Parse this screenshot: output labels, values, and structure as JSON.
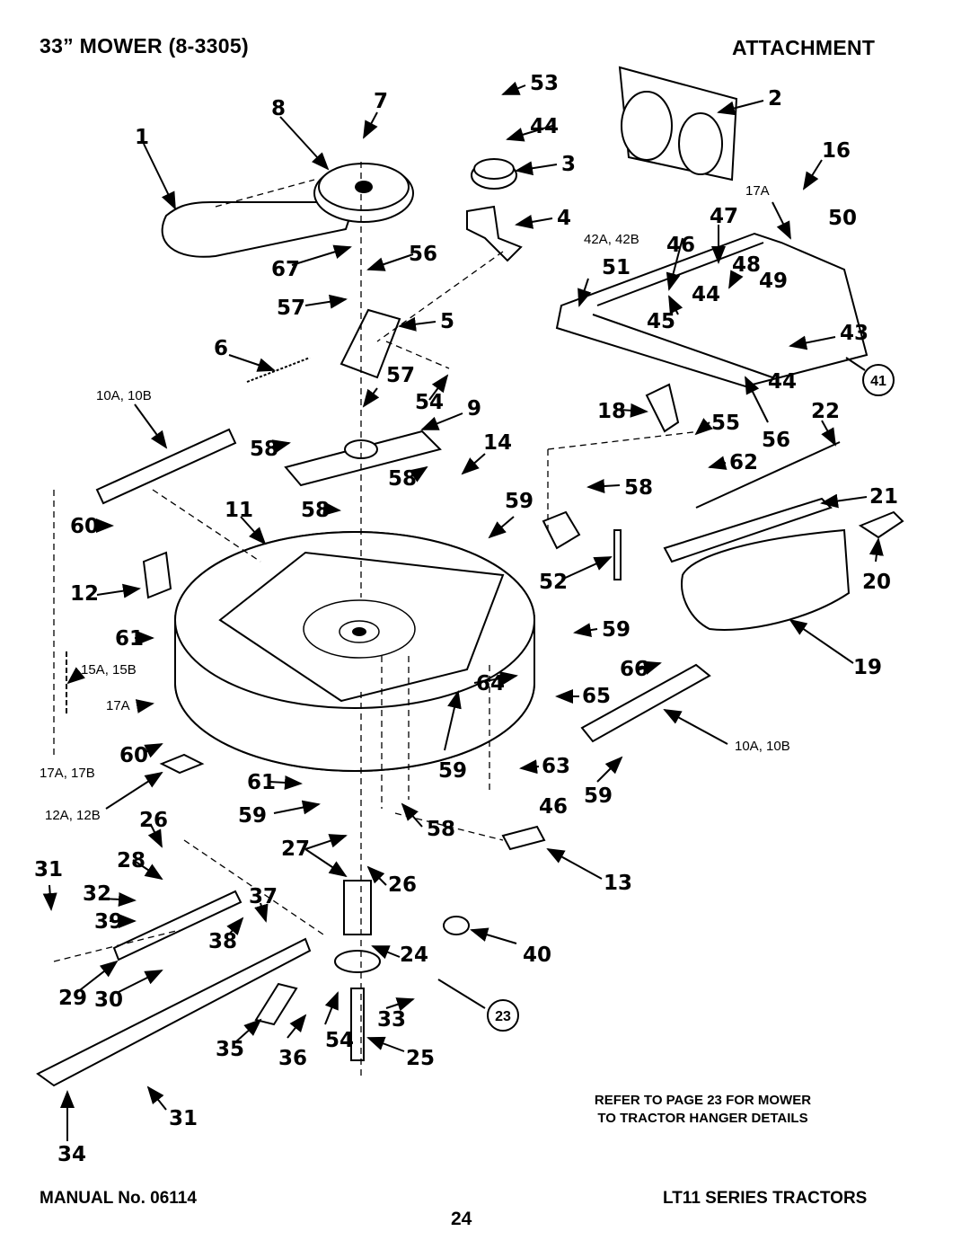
{
  "header": {
    "title": "33” MOWER (8-3305)",
    "section": "ATTACHMENT"
  },
  "note": {
    "line1": "REFER TO PAGE 23 FOR MOWER",
    "line2": "TO TRACTOR HANGER DETAILS"
  },
  "footer": {
    "manual": "MANUAL No. 06114",
    "page": "24",
    "series": "LT11 SERIES TRACTORS"
  },
  "callouts": [
    {
      "id": "c1",
      "text": "1"
    },
    {
      "id": "c2",
      "text": "2"
    },
    {
      "id": "c3",
      "text": "3"
    },
    {
      "id": "c4",
      "text": "4"
    },
    {
      "id": "c5",
      "text": "5"
    },
    {
      "id": "c6",
      "text": "6"
    },
    {
      "id": "c7",
      "text": "7"
    },
    {
      "id": "c8",
      "text": "8"
    },
    {
      "id": "c9",
      "text": "9"
    },
    {
      "id": "c10a",
      "text": "10A, 10B"
    },
    {
      "id": "c10b",
      "text": "10A, 10B"
    },
    {
      "id": "c11",
      "text": "11"
    },
    {
      "id": "c12",
      "text": "12"
    },
    {
      "id": "c12a",
      "text": "12A, 12B"
    },
    {
      "id": "c13",
      "text": "13"
    },
    {
      "id": "c14",
      "text": "14"
    },
    {
      "id": "c15",
      "text": "15A, 15B"
    },
    {
      "id": "c16",
      "text": "16"
    },
    {
      "id": "c17a1",
      "text": "17A"
    },
    {
      "id": "c17a2",
      "text": "17A"
    },
    {
      "id": "c17b",
      "text": "17A, 17B"
    },
    {
      "id": "c18",
      "text": "18"
    },
    {
      "id": "c19",
      "text": "19"
    },
    {
      "id": "c20",
      "text": "20"
    },
    {
      "id": "c21",
      "text": "21"
    },
    {
      "id": "c22",
      "text": "22"
    },
    {
      "id": "c24",
      "text": "24"
    },
    {
      "id": "c25",
      "text": "25"
    },
    {
      "id": "c26a",
      "text": "26"
    },
    {
      "id": "c26b",
      "text": "26"
    },
    {
      "id": "c27",
      "text": "27"
    },
    {
      "id": "c28",
      "text": "28"
    },
    {
      "id": "c29",
      "text": "29"
    },
    {
      "id": "c30",
      "text": "30"
    },
    {
      "id": "c31a",
      "text": "31"
    },
    {
      "id": "c31b",
      "text": "31"
    },
    {
      "id": "c32",
      "text": "32"
    },
    {
      "id": "c33",
      "text": "33"
    },
    {
      "id": "c34",
      "text": "34"
    },
    {
      "id": "c35",
      "text": "35"
    },
    {
      "id": "c36",
      "text": "36"
    },
    {
      "id": "c37",
      "text": "37"
    },
    {
      "id": "c38",
      "text": "38"
    },
    {
      "id": "c39",
      "text": "39"
    },
    {
      "id": "c40",
      "text": "40"
    },
    {
      "id": "c42",
      "text": "42A, 42B"
    },
    {
      "id": "c43",
      "text": "43"
    },
    {
      "id": "c44a",
      "text": "44"
    },
    {
      "id": "c44b",
      "text": "44"
    },
    {
      "id": "c44c",
      "text": "44"
    },
    {
      "id": "c45",
      "text": "45"
    },
    {
      "id": "c46a",
      "text": "46"
    },
    {
      "id": "c46b",
      "text": "46"
    },
    {
      "id": "c47",
      "text": "47"
    },
    {
      "id": "c48",
      "text": "48"
    },
    {
      "id": "c49",
      "text": "49"
    },
    {
      "id": "c50",
      "text": "50"
    },
    {
      "id": "c51",
      "text": "51"
    },
    {
      "id": "c52",
      "text": "52"
    },
    {
      "id": "c53",
      "text": "53"
    },
    {
      "id": "c54a",
      "text": "54"
    },
    {
      "id": "c54b",
      "text": "54"
    },
    {
      "id": "c55",
      "text": "55"
    },
    {
      "id": "c56a",
      "text": "56"
    },
    {
      "id": "c56b",
      "text": "56"
    },
    {
      "id": "c57a",
      "text": "57"
    },
    {
      "id": "c57b",
      "text": "57"
    },
    {
      "id": "c58a",
      "text": "58"
    },
    {
      "id": "c58b",
      "text": "58"
    },
    {
      "id": "c58c",
      "text": "58"
    },
    {
      "id": "c58d",
      "text": "58"
    },
    {
      "id": "c58e",
      "text": "58"
    },
    {
      "id": "c59a",
      "text": "59"
    },
    {
      "id": "c59b",
      "text": "59"
    },
    {
      "id": "c59c",
      "text": "59"
    },
    {
      "id": "c59d",
      "text": "59"
    },
    {
      "id": "c59e",
      "text": "59"
    },
    {
      "id": "c60a",
      "text": "60"
    },
    {
      "id": "c60b",
      "text": "60"
    },
    {
      "id": "c61a",
      "text": "61"
    },
    {
      "id": "c61b",
      "text": "61"
    },
    {
      "id": "c62",
      "text": "62"
    },
    {
      "id": "c63",
      "text": "63"
    },
    {
      "id": "c64",
      "text": "64"
    },
    {
      "id": "c65",
      "text": "65"
    },
    {
      "id": "c66",
      "text": "66"
    },
    {
      "id": "c67",
      "text": "67"
    },
    {
      "id": "c23",
      "text": "23"
    },
    {
      "id": "c41",
      "text": "41"
    }
  ]
}
